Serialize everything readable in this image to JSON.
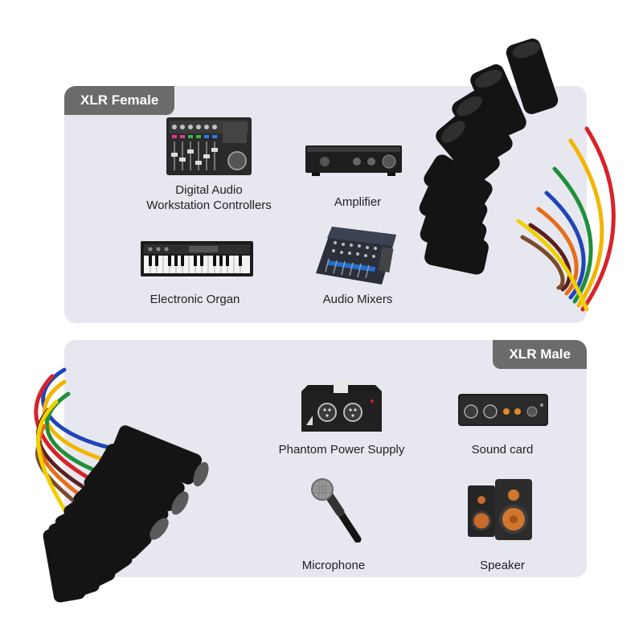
{
  "female": {
    "tag": "XLR Female",
    "items": [
      {
        "label_line1": "Digital Audio",
        "label_line2": "Workstation Controllers",
        "icon": "daw-controller-icon"
      },
      {
        "label": "Amplifier",
        "icon": "amplifier-icon"
      },
      {
        "label": "Electronic Organ",
        "icon": "keyboard-icon"
      },
      {
        "label": "Audio Mixers",
        "icon": "mixer-icon"
      }
    ]
  },
  "male": {
    "tag": "XLR Male",
    "items": [
      {
        "label": "Phantom Power Supply",
        "icon": "phantom-power-icon"
      },
      {
        "label": "Sound card",
        "icon": "sound-card-icon"
      },
      {
        "label": "Microphone",
        "icon": "microphone-icon"
      },
      {
        "label": "Speaker",
        "icon": "speaker-icon"
      }
    ]
  },
  "colors": {
    "panel": "#e7e8ef",
    "tag": "#6b6b6b",
    "cables": [
      "#d6242a",
      "#f2b600",
      "#1f8f3a",
      "#2045b8",
      "#e56d1b",
      "#5a1f1f",
      "#7a4a2a",
      "#f0d000"
    ]
  }
}
